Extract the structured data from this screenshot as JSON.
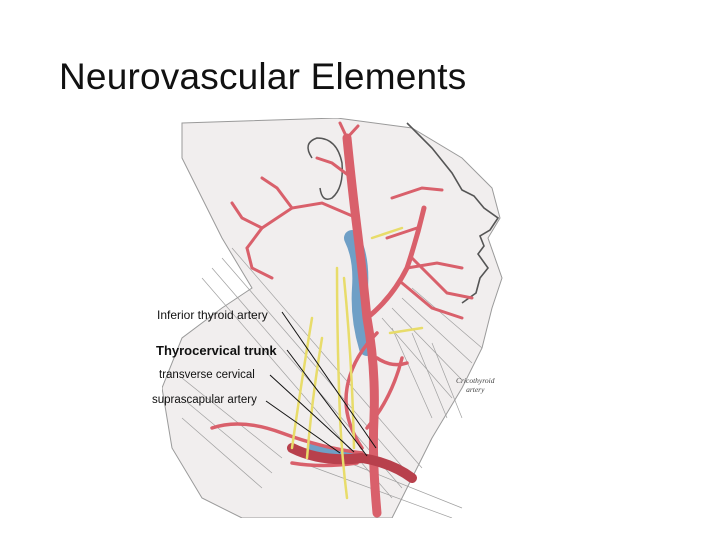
{
  "slide": {
    "title": "Neurovascular Elements"
  },
  "figure": {
    "labels": {
      "inferior_thyroid_artery": "Inferior thyroid artery",
      "thyrocervical_trunk": "Thyrocervical trunk",
      "transverse_cervical": "transverse cervical",
      "suprascapular_artery": "suprascapular artery",
      "cricothyroid_artery_line1": "Cricothyroid",
      "cricothyroid_artery_line2": "artery"
    },
    "colors": {
      "artery": "#d9606b",
      "artery_dark": "#b8404c",
      "vein": "#6f9fc6",
      "nerve": "#e8dc6a",
      "muscle_line": "#8a8a8a",
      "skin": "#f1eeee"
    }
  }
}
